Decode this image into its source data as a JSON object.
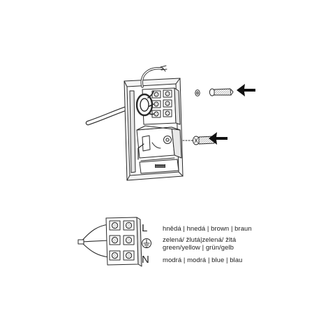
{
  "colors": {
    "line": "#2a2a2a",
    "fill": "#ffffff",
    "shade": "#e6e6e6",
    "dark": "#555555"
  },
  "icons": {
    "arrow_top": "arrow-left-icon",
    "arrow_middle": "arrow-left-icon",
    "earth": "ground-icon"
  },
  "terminals": {
    "live": {
      "letter": "L",
      "label": "hnědá | hnedá | brown | braun"
    },
    "earth": {
      "label_line1": "zelená/ žlutá|zelená/ žltá",
      "label_line2": "green/yellow | grün/gelb"
    },
    "neutral": {
      "letter": "N",
      "label": "modrá | modrá | blue | blau"
    }
  }
}
